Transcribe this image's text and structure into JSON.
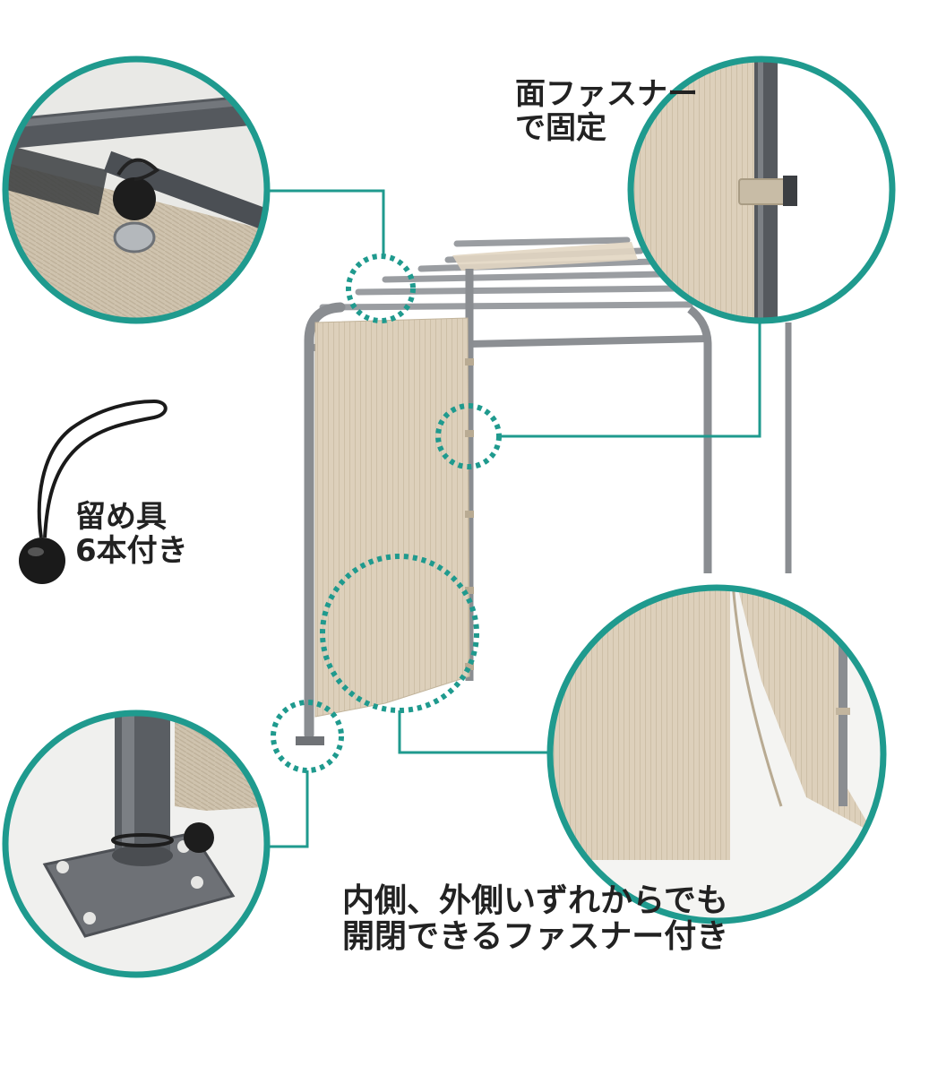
{
  "labels": {
    "velcro": {
      "line1": "面ファスナー",
      "line2": "で固定"
    },
    "fasteners": {
      "line1": "留め具",
      "line2": "6本付き"
    },
    "zipper": {
      "line1": "内側、外側いずれからでも",
      "line2": "開閉できるファスナー付き"
    }
  },
  "colors": {
    "accent": "#1f9a8e",
    "frame": "#8c8f93",
    "frame_dark": "#5d6166",
    "fabric": "#ddd0bb",
    "fabric_shade": "#c9bba3",
    "text": "#222222"
  },
  "icons": {
    "bungee": "ball-bungee-cord-icon",
    "zoom_markers": "dotted-circle-marker"
  }
}
